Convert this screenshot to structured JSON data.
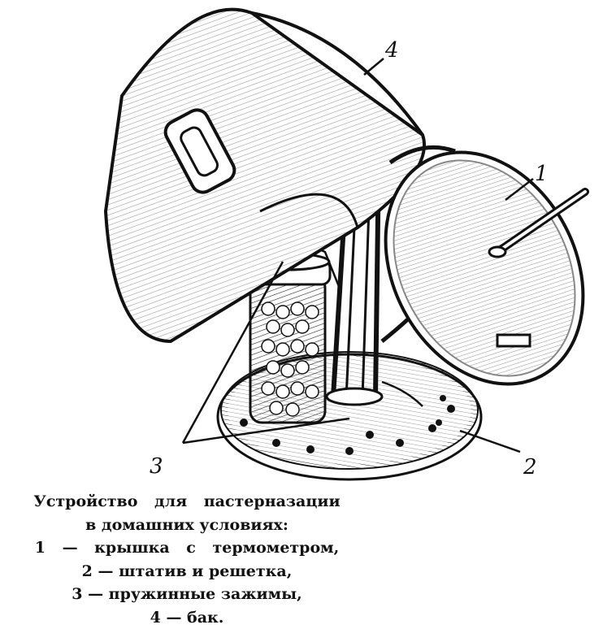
{
  "labels": {
    "lid": "1",
    "rack": "2",
    "clamps": "3",
    "tank": "4"
  },
  "caption": {
    "line1": "Устройство для пастерназации",
    "line2": "в домашних условиях:",
    "line3": "1 — крышка с термометром,",
    "line4": "2 — штатив и решетка,",
    "line5": "3 — пружинные зажимы,",
    "line6": "4 — бак."
  }
}
